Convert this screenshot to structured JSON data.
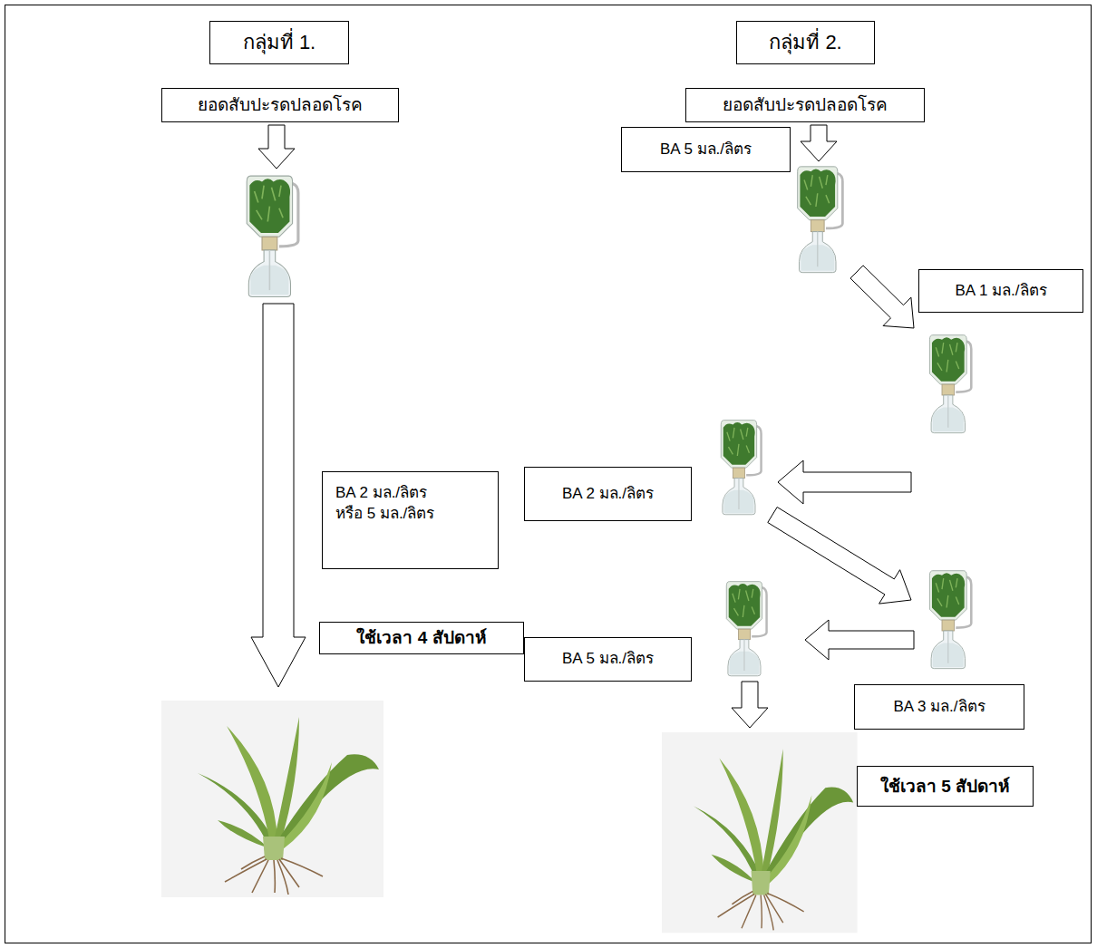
{
  "diagram": {
    "nodes": [
      {
        "text": [
          "กลุ่มที่ 1."
        ]
      },
      {
        "text": [
          "กลุ่มที่ 2."
        ]
      },
      {
        "text": [
          "ยอดสับปะรดปลอดโรค"
        ]
      },
      {
        "text": [
          "ยอดสับปะรดปลอดโรค"
        ]
      },
      {
        "text": [
          "BA 5 มล./ลิตร"
        ]
      },
      {
        "text": [
          "BA 1 มล./ลิตร"
        ]
      },
      {
        "text": [
          "BA 2 มล./ลิตร หรือ 5 มล./ลิตร"
        ]
      },
      {
        "text": [
          "BA 2 มล./ลิตร"
        ]
      },
      {
        "text": [
          "ใช้เวลา 4 สัปดาห์"
        ]
      },
      {
        "text": [
          "BA 5 มล./ลิตร"
        ]
      },
      {
        "text": [
          "BA 3 มล./ลิตร"
        ]
      },
      {
        "text": [
          "ใช้เวลา 5 สัปดาห์"
        ]
      }
    ]
  }
}
